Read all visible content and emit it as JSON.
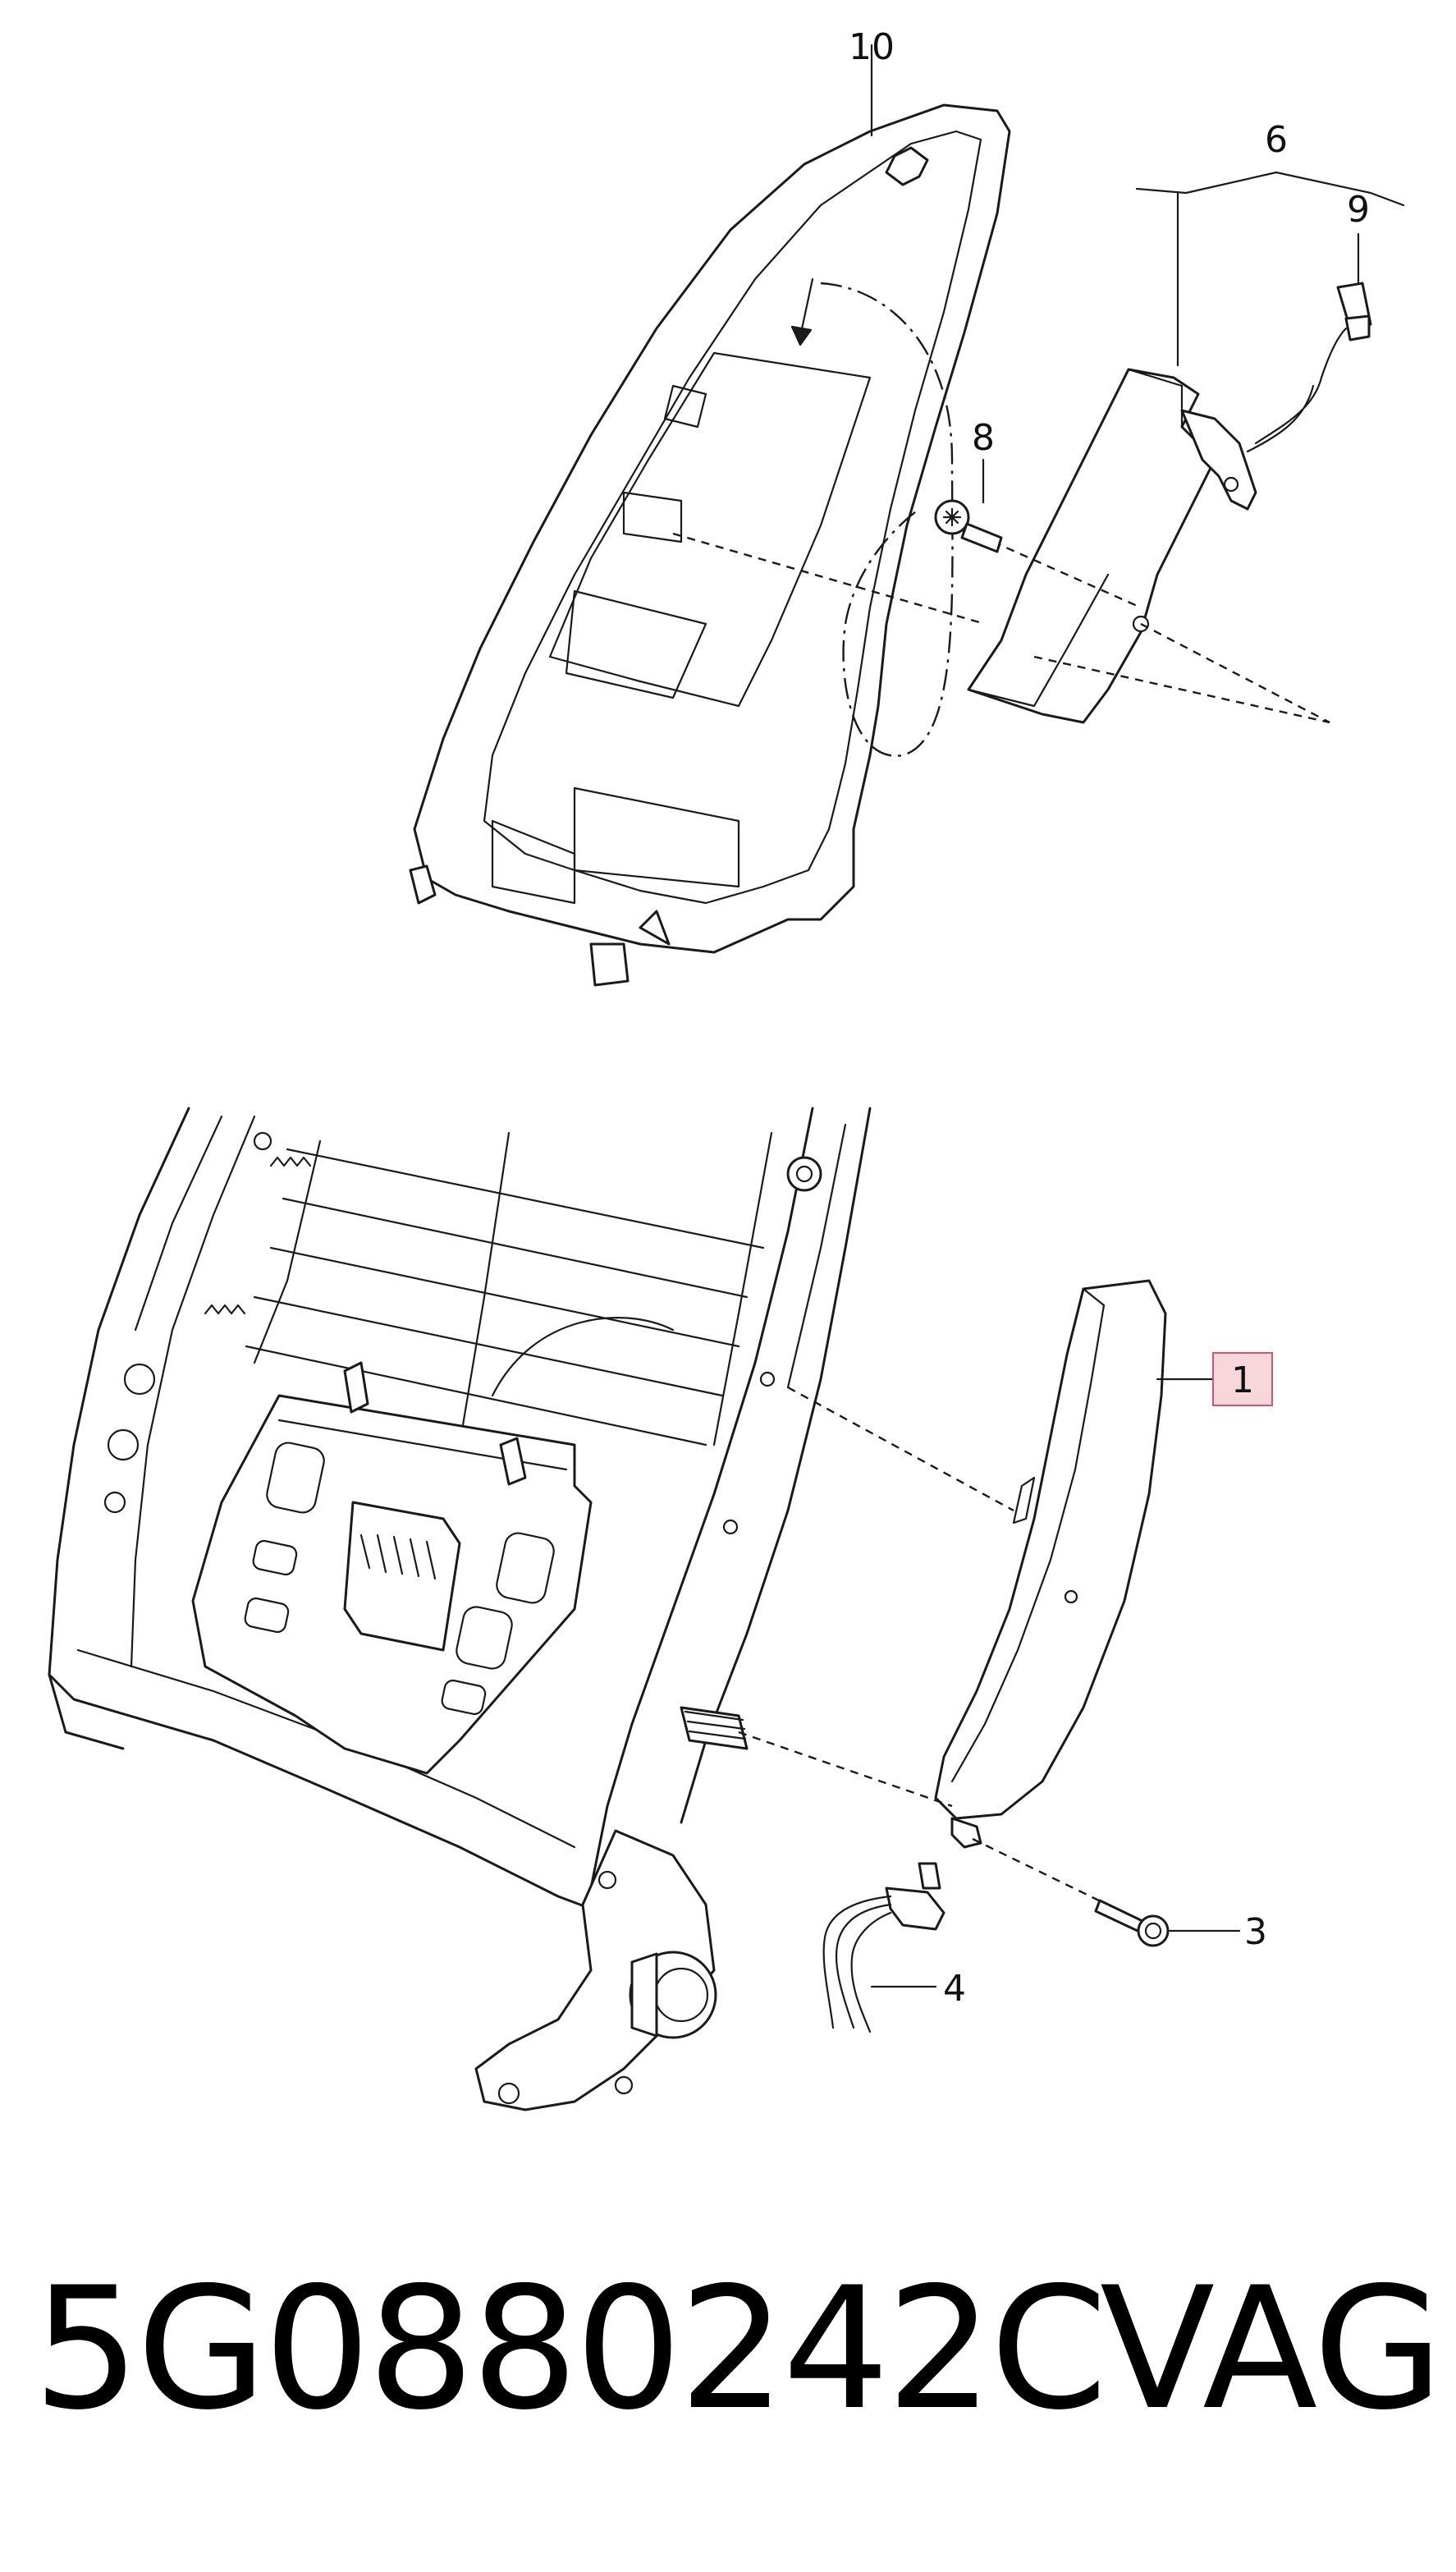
{
  "diagram": {
    "callouts": [
      {
        "id": "c10",
        "label": "10"
      },
      {
        "id": "c6",
        "label": "6"
      },
      {
        "id": "c9",
        "label": "9"
      },
      {
        "id": "c8",
        "label": "8"
      },
      {
        "id": "c1",
        "label": "1",
        "highlighted": true
      },
      {
        "id": "c3",
        "label": "3"
      },
      {
        "id": "c4",
        "label": "4"
      }
    ],
    "highlight_color": "#f7d6dc",
    "highlight_border": "#d9536a"
  },
  "footer": {
    "part_number": "5G0880242C",
    "brand": "VAG"
  }
}
